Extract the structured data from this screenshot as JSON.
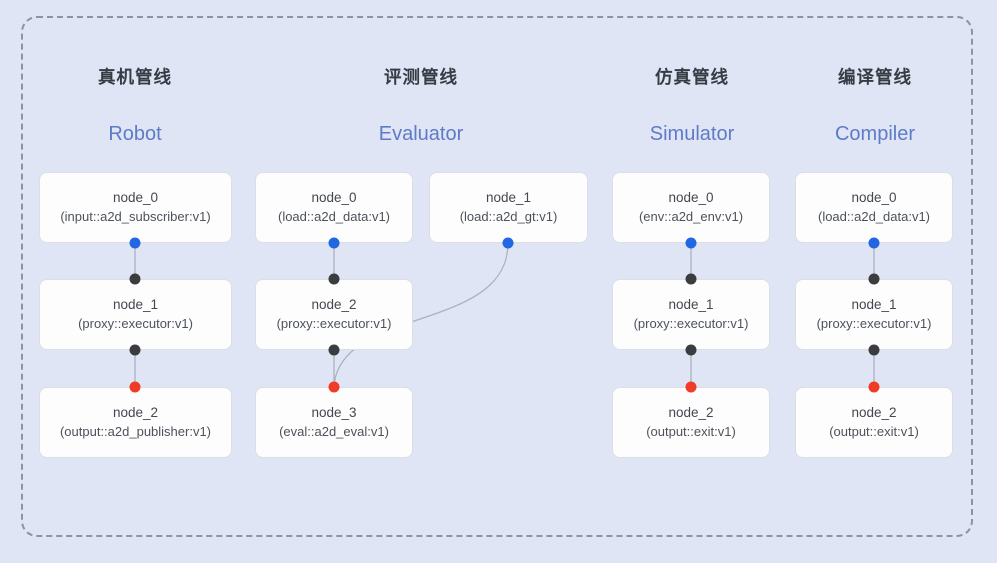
{
  "diagram": {
    "pipelines": [
      {
        "title_zh": "真机管线",
        "title_en": "Robot",
        "nodes": [
          {
            "name": "node_0",
            "type": "(input::a2d_subscriber:v1)"
          },
          {
            "name": "node_1",
            "type": "(proxy::executor:v1)"
          },
          {
            "name": "node_2",
            "type": "(output::a2d_publisher:v1)"
          }
        ]
      },
      {
        "title_zh": "评测管线",
        "title_en": "Evaluator",
        "nodes": [
          {
            "name": "node_0",
            "type": "(load::a2d_data:v1)"
          },
          {
            "name": "node_1",
            "type": "(load::a2d_gt:v1)"
          },
          {
            "name": "node_2",
            "type": "(proxy::executor:v1)"
          },
          {
            "name": "node_3",
            "type": "(eval::a2d_eval:v1)"
          }
        ]
      },
      {
        "title_zh": "仿真管线",
        "title_en": "Simulator",
        "nodes": [
          {
            "name": "node_0",
            "type": "(env::a2d_env:v1)"
          },
          {
            "name": "node_1",
            "type": "(proxy::executor:v1)"
          },
          {
            "name": "node_2",
            "type": "(output::exit:v1)"
          }
        ]
      },
      {
        "title_zh": "编译管线",
        "title_en": "Compiler",
        "nodes": [
          {
            "name": "node_0",
            "type": "(load::a2d_data:v1)"
          },
          {
            "name": "node_1",
            "type": "(proxy::executor:v1)"
          },
          {
            "name": "node_2",
            "type": "(output::exit:v1)"
          }
        ]
      }
    ],
    "colors": {
      "background": "#e0e5f5",
      "frame_dash": "#8e939e",
      "box_fill": "#fdfdfe",
      "box_border": "#dcdee3",
      "edge": "#a9b2c3",
      "dot_blue": "#2267e2",
      "dot_dark": "#3b3c3e",
      "dot_red": "#f03b26",
      "title_color": "#363b44",
      "subtitle_color": "#5d7bc6",
      "node_text": "#43474e"
    }
  }
}
